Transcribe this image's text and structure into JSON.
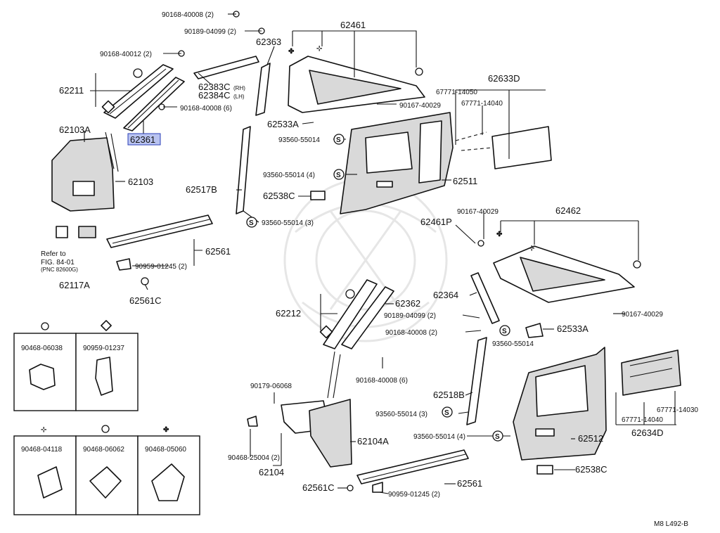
{
  "diagram": {
    "code": "M8  L492-B",
    "part_labels": {
      "p90168_40008_2_top": "90168-40008 (2)",
      "p90189_04099_2_top": "90189-04099 (2)",
      "p90168_40012_2": "90168-40012 (2)",
      "p62363": "62363",
      "p62461": "62461",
      "p62211": "62211",
      "p62383c": "62383C",
      "p62383c_side": "(RH)",
      "p62384c": "62384C",
      "p62384c_side": "(LH)",
      "p90168_40008_6_top": "90168-40008 (6)",
      "p62361": "62361",
      "p62103a": "62103A",
      "p62103": "62103",
      "p62533a_top": "62533A",
      "p93560_55014_a": "93560-55014",
      "p90167_40029_a": "90167-40029",
      "p62633d": "62633D",
      "p67771_14050": "67771-14050",
      "p67771_14040_a": "67771-14040",
      "p93560_55014_4a": "93560-55014 (4)",
      "p62517b": "62517B",
      "p62538c_top": "62538C",
      "p62511": "62511",
      "p93560_55014_3a": "93560-55014 (3)",
      "p62561_top": "62561",
      "p90959_01245_2": "90959-01245 (2)",
      "p62561c_top": "62561C",
      "refer_line1": "Refer to",
      "refer_line2": "FIG. 84-01",
      "refer_line3": "(PNC 82600G)",
      "p62117a": "62117A",
      "p90167_40029_b": "90167-40029",
      "p62462": "62462",
      "p62461p": "62461P",
      "p62364": "62364",
      "p62212": "62212",
      "p62362": "62362",
      "p90189_04099_2_mid": "90189-04099 (2)",
      "p90168_40008_2_mid": "90168-40008 (2)",
      "p93560_55014_b": "93560-55014",
      "p62533a_mid": "62533A",
      "p90167_40029_c": "90167-40029",
      "p90168_40008_6_mid": "90168-40008 (6)",
      "p90179_06068": "90179-06068",
      "p62518b": "62518B",
      "p93560_55014_3b": "93560-55014 (3)",
      "p93560_55014_4b": "93560-55014 (4)",
      "p62512": "62512",
      "p67771_14030": "67771-14030",
      "p67771_14040_b": "67771-14040",
      "p62634d": "62634D",
      "p62104a": "62104A",
      "p90468_25004_2": "90468-25004 (2)",
      "p62104": "62104",
      "p62538c_bot": "62538C",
      "p62561_bot": "62561",
      "p62561c_bot": "62561C",
      "p90959_01245_2_bot": "90959-01245 (2)"
    },
    "clip_legend": {
      "box1_label": "90468-06038",
      "box2_label": "90959-01237",
      "box3_label": "90468-04118",
      "box4_label": "90468-06062",
      "box5_label": "90468-05060"
    },
    "screw_symbol": "S"
  }
}
